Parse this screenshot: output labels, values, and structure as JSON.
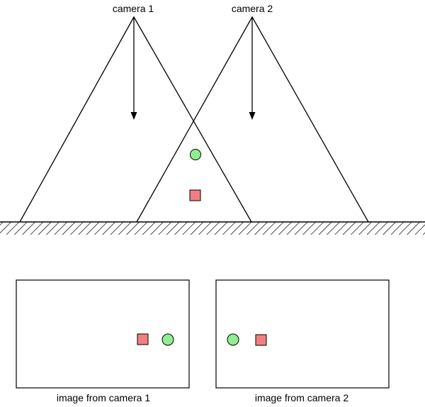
{
  "cameras": [
    {
      "label": "camera 1"
    },
    {
      "label": "camera 2"
    }
  ],
  "panels": [
    {
      "caption": "image from camera 1"
    },
    {
      "caption": "image from camera 2"
    }
  ],
  "colors": {
    "line": "#000000",
    "circle_fill": "#90ee90",
    "square_fill": "#f08080",
    "background": "#ffffff"
  },
  "objects": {
    "circle": "green circle",
    "square": "red square"
  }
}
